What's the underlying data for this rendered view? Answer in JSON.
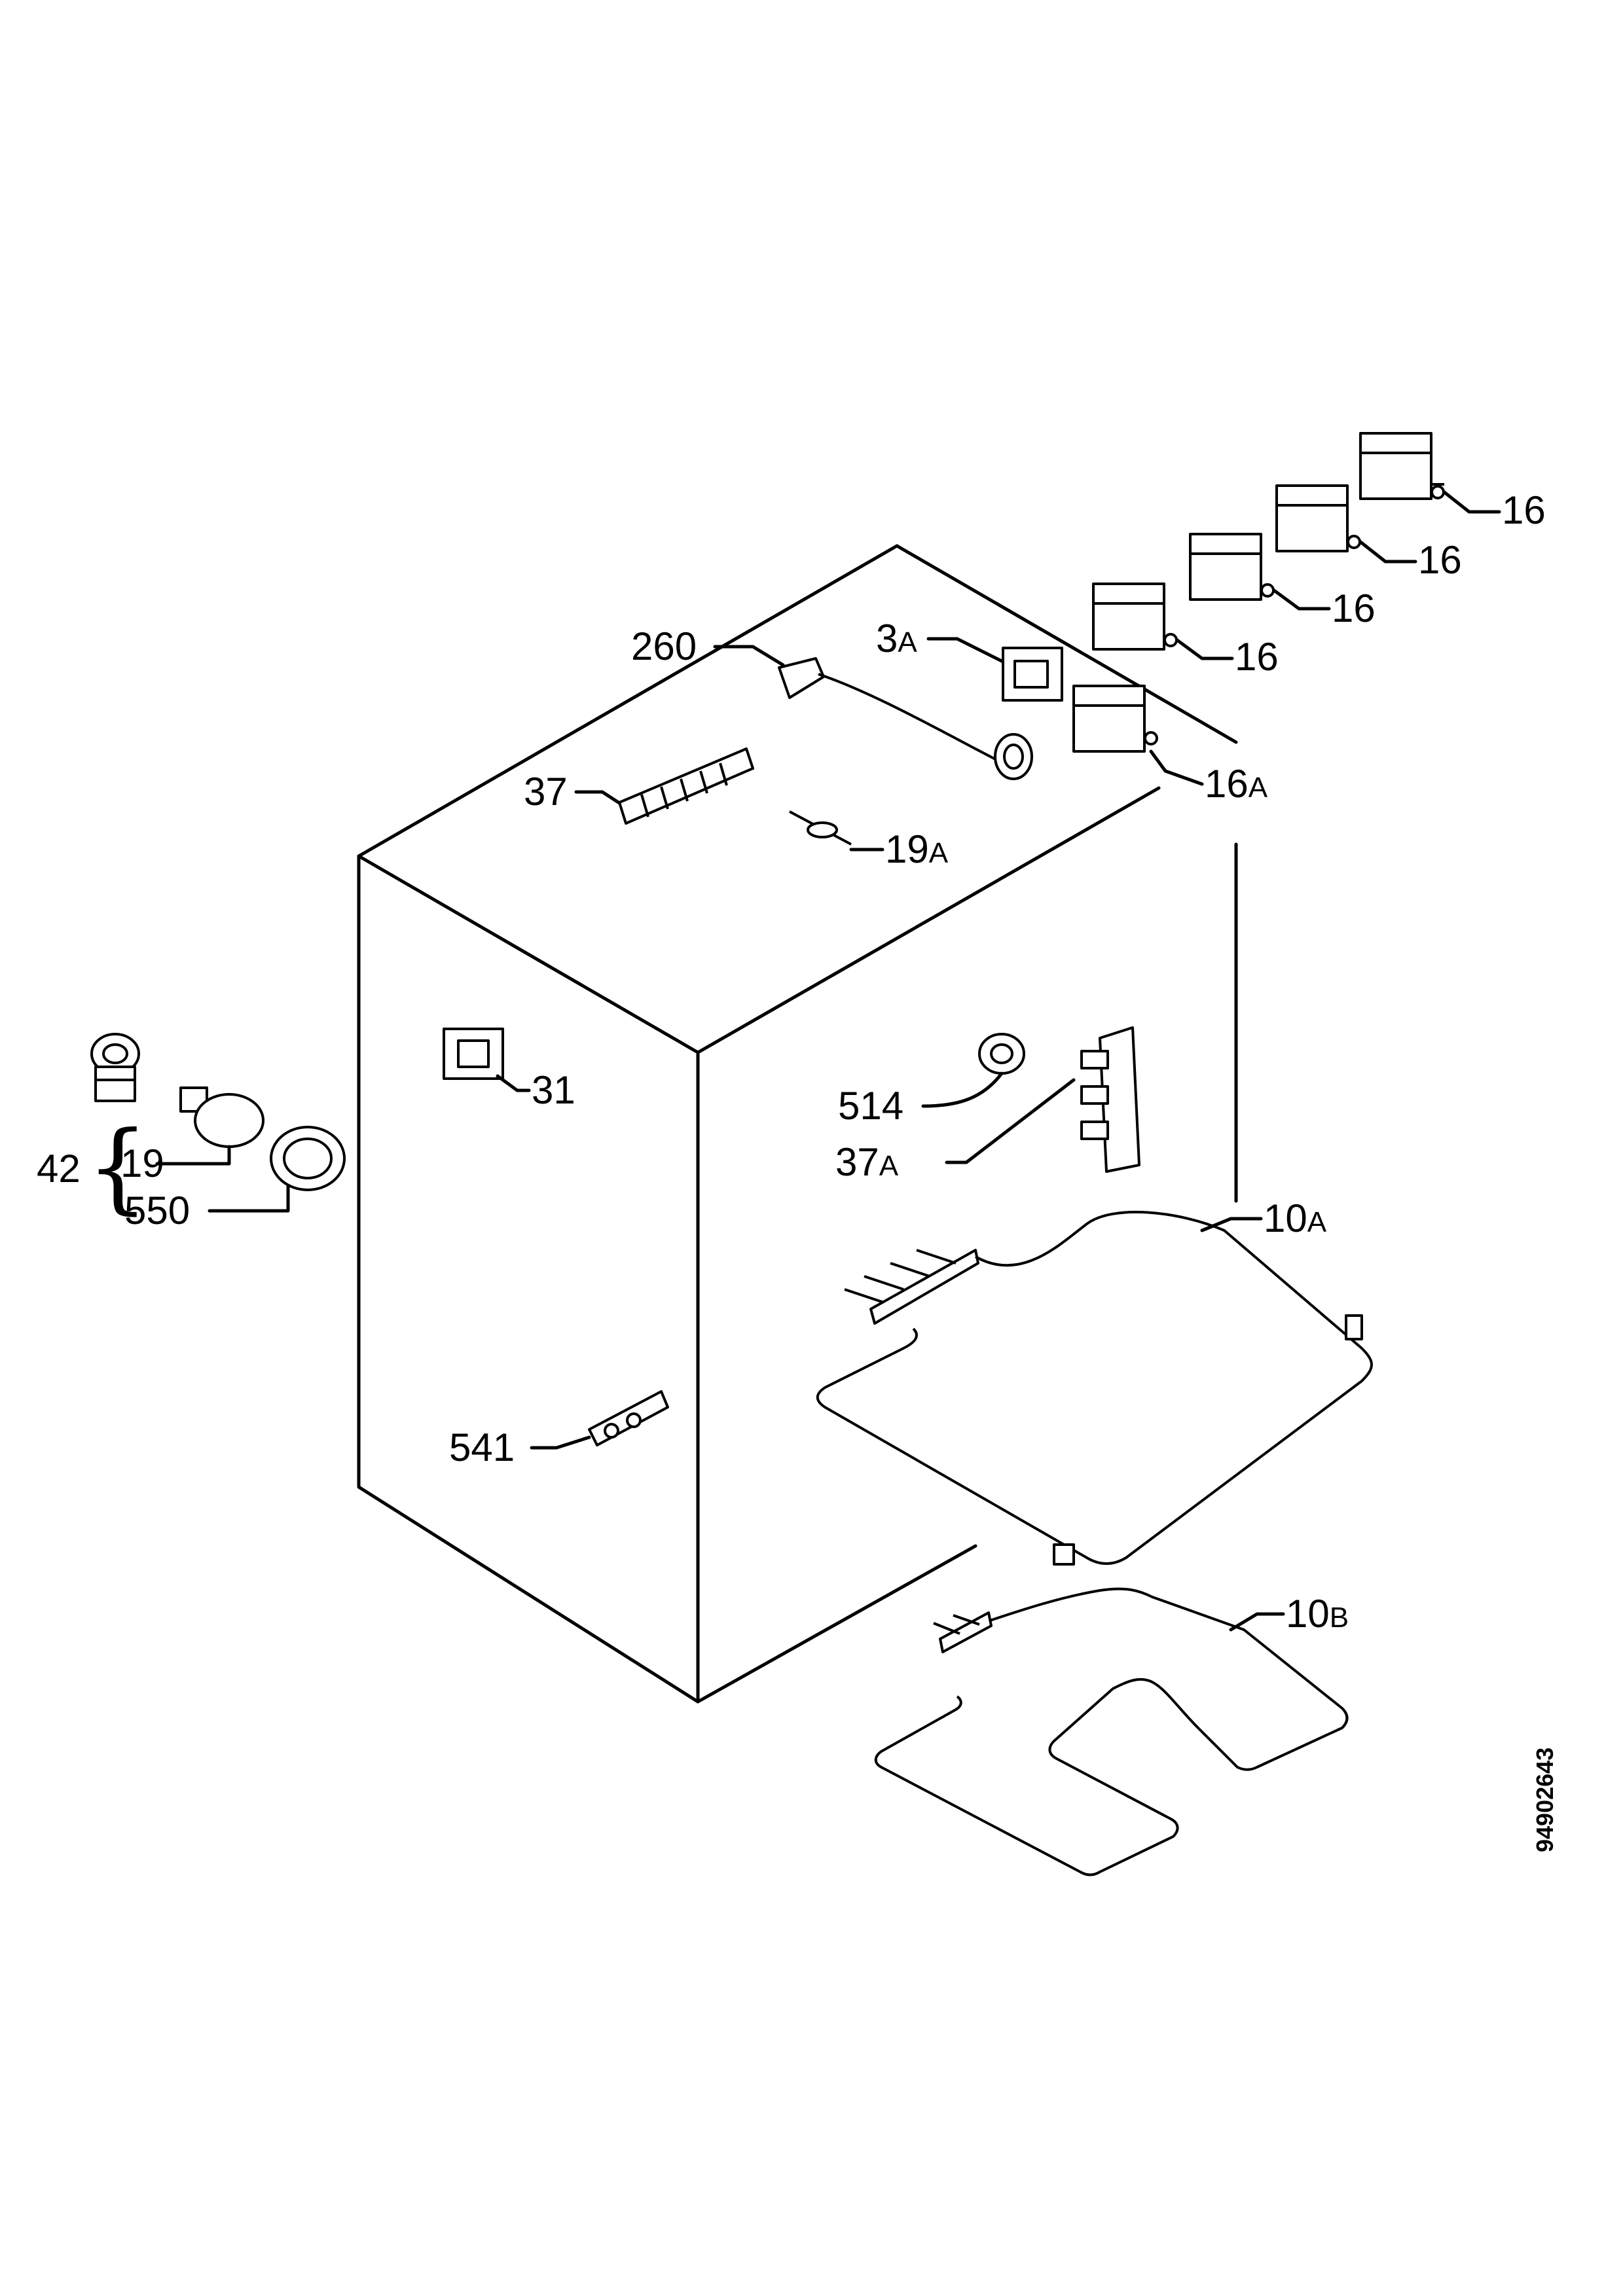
{
  "doc_number": "94902643",
  "labels": {
    "l16a": "16",
    "l16b": "16",
    "l16c": "16",
    "l16d": "16",
    "l16A": "16",
    "l16A_suffix": "A",
    "l260": "260",
    "l3A": "3",
    "l3A_suffix": "A",
    "l37": "37",
    "l19A": "19",
    "l19A_suffix": "A",
    "l31": "31",
    "l514": "514",
    "l37A": "37",
    "l37A_suffix": "A",
    "l10A": "10",
    "l10A_suffix": "A",
    "l10B": "10",
    "l10B_suffix": "B",
    "l42": "42",
    "l19": "19",
    "l550": "550",
    "l541": "541"
  }
}
